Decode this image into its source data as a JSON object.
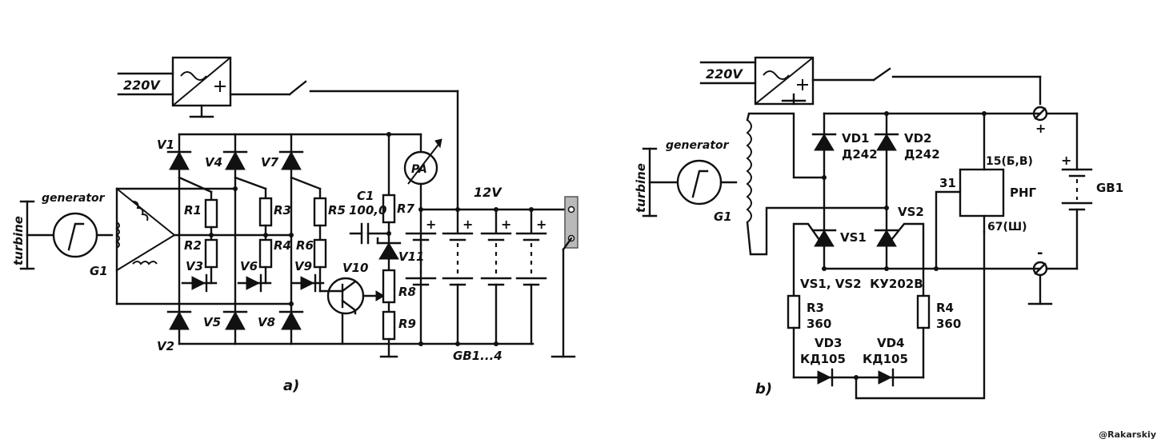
{
  "left": {
    "mains": "220V",
    "turbine": "turbine",
    "generator": "generator",
    "g1": "G1",
    "v1": "V1",
    "v2": "V2",
    "v3": "V3",
    "v4": "V4",
    "v5": "V5",
    "v6": "V6",
    "v7": "V7",
    "v8": "V8",
    "v9": "V9",
    "v10": "V10",
    "v11": "V11",
    "r1": "R1",
    "r2": "R2",
    "r3": "R3",
    "r4": "R4",
    "r5": "R5",
    "r6": "R6",
    "r7": "R7",
    "r8": "R8",
    "r9": "R9",
    "c1": "C1",
    "c1_value": "100,0",
    "pa": "PA",
    "voltage": "12V",
    "battery": "GB1...4",
    "caption": "a)"
  },
  "right": {
    "mains": "220V",
    "turbine": "turbine",
    "generator": "generator",
    "g1": "G1",
    "vd1": "VD1",
    "vd1_type": "Д242",
    "vd2": "VD2",
    "vd2_type": "Д242",
    "vs1": "VS1",
    "vs2": "VS2",
    "vs_type": "VS1, VS2  КУ202В",
    "r3": "R3",
    "r3_value": "360",
    "r4": "R4",
    "r4_value": "360",
    "vd3": "VD3",
    "vd3_type": "КД105",
    "vd4": "VD4",
    "vd4_type": "КД105",
    "rng": "РНГ",
    "pin31": "31",
    "pin15": "15(Б,В)",
    "pin67": "67(Ш)",
    "plus": "+",
    "minus": "-",
    "battery": "GB1",
    "caption": "b)"
  },
  "credit": "@Rakarskiy"
}
